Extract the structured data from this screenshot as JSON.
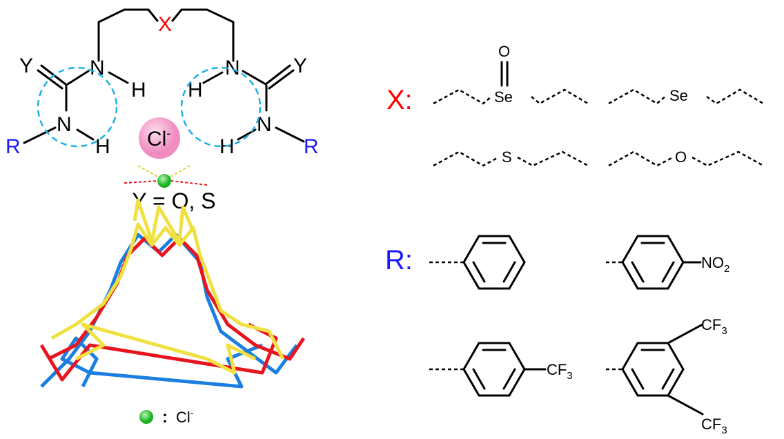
{
  "colors": {
    "x": "#ff0000",
    "r": "#1a1aff",
    "circle": "#1ab0e8",
    "chloride": "#f5a0c8",
    "green": "#2ecc40"
  },
  "structure": {
    "x": "X",
    "y": "Y",
    "n": "N",
    "h": "H",
    "r": "R",
    "cl": "Cl",
    "minus": "-",
    "y_def": "Y = O, S"
  },
  "model": {
    "legend_sep": ":",
    "legend_label": "Cl",
    "minus": "-"
  },
  "x_panel": {
    "label": "X:",
    "se": "Se",
    "o": "O",
    "s": "S"
  },
  "r_panel": {
    "label": "R:",
    "no2": "NO",
    "no2_sub": "2",
    "cf3": "CF",
    "cf3_sub": "3"
  }
}
